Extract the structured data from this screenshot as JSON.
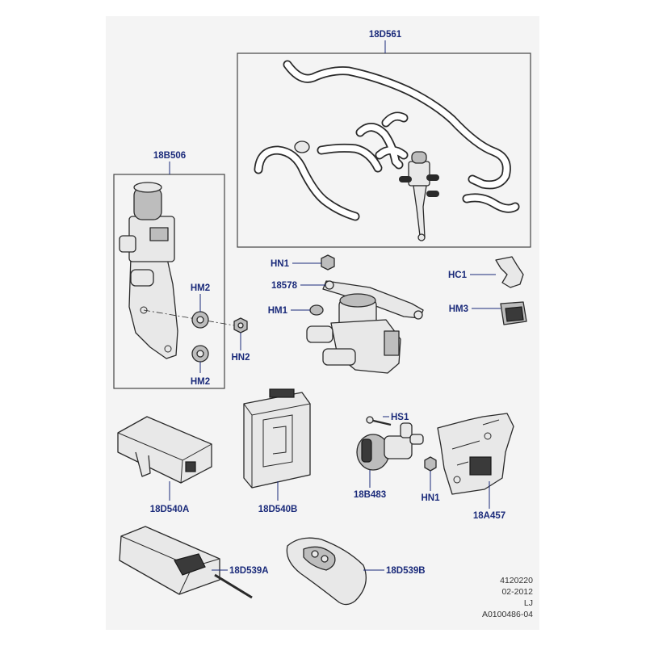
{
  "diagram": {
    "labels": {
      "l_18d561": "18D561",
      "l_18b506": "18B506",
      "l_hn1_top": "HN1",
      "l_18578": "18578",
      "l_hm1": "HM1",
      "l_hc1": "HC1",
      "l_hm3": "HM3",
      "l_hm2_top": "HM2",
      "l_hn2": "HN2",
      "l_hm2_bottom": "HM2",
      "l_hs1": "HS1",
      "l_18b483": "18B483",
      "l_hn1_bottom": "HN1",
      "l_18a457": "18A457",
      "l_18d540a": "18D540A",
      "l_18d540b": "18D540B",
      "l_18d539a": "18D539A",
      "l_18d539b": "18D539B"
    },
    "footer": {
      "ref_number": "4120220",
      "date": "02-2012",
      "initials": "LJ",
      "drawing_id": "A0100486-04"
    },
    "colors": {
      "label": "#1a2a7a",
      "frame": "#444444",
      "outline": "#2a2a2a",
      "panel": "#f4f4f4"
    }
  }
}
